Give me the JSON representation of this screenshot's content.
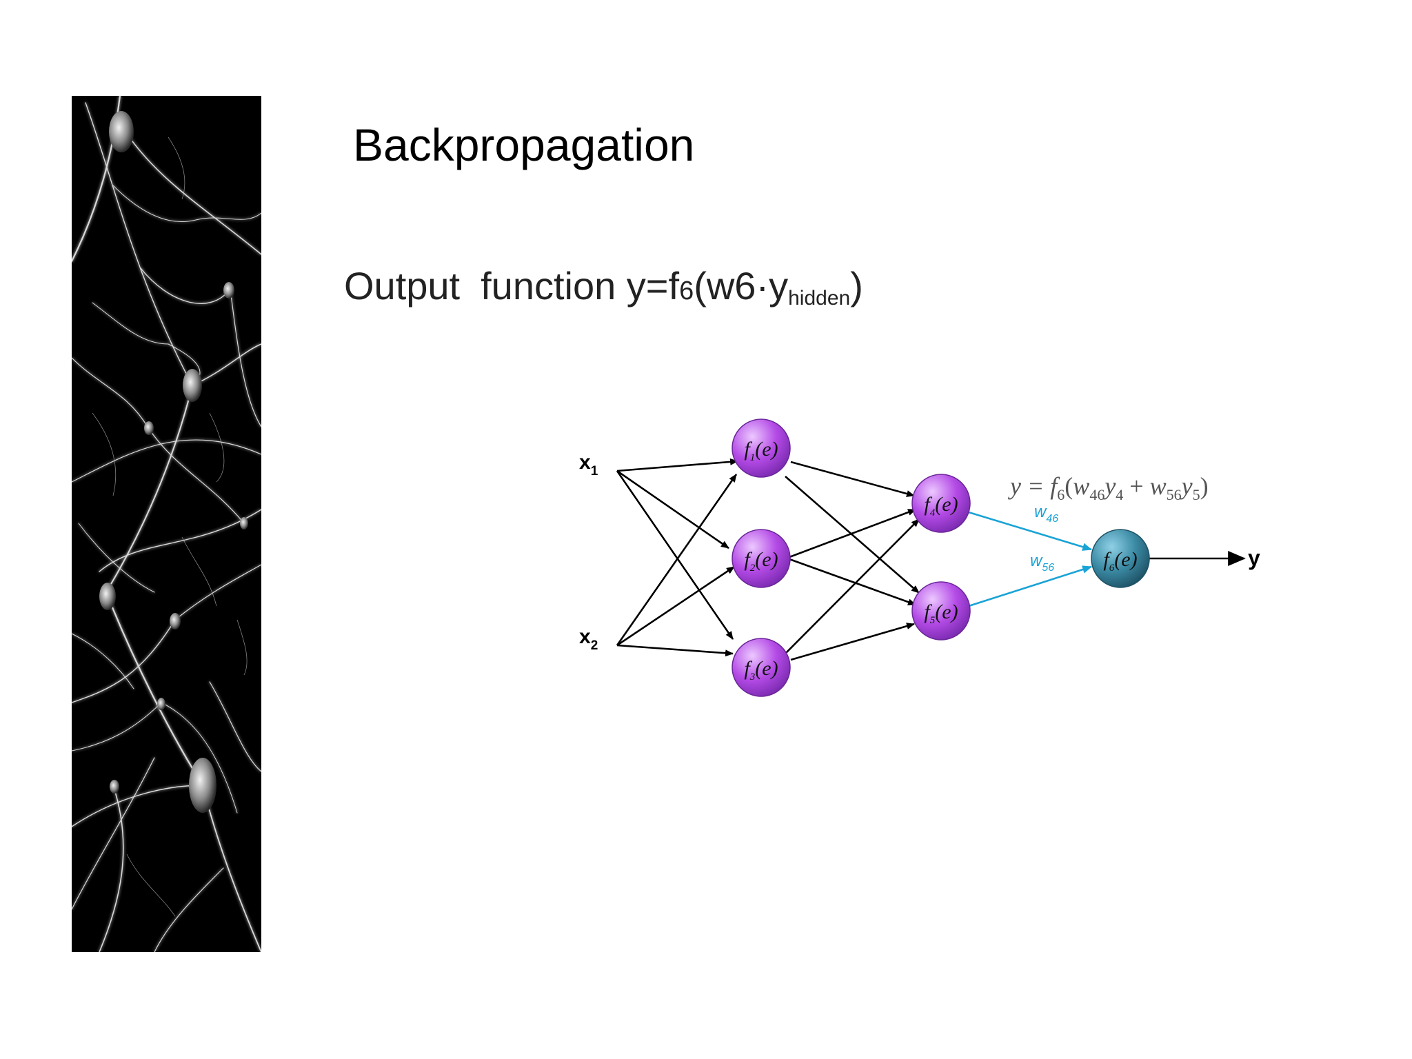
{
  "slide": {
    "title": "Backpropagation",
    "formula": {
      "label": "Output",
      "text": "function y=f",
      "sub_f": "6",
      "after_f": "(w6",
      "dot": "·",
      "y": "y",
      "sub_hidden": "hidden",
      "close": ")"
    }
  },
  "network": {
    "inputs": [
      {
        "base": "x",
        "sub": "1"
      },
      {
        "base": "x",
        "sub": "2"
      }
    ],
    "neurons": [
      {
        "f": "f",
        "sub": "1",
        "arg": "(e)",
        "layer": "hidden-1"
      },
      {
        "f": "f",
        "sub": "2",
        "arg": "(e)",
        "layer": "hidden-1"
      },
      {
        "f": "f",
        "sub": "3",
        "arg": "(e)",
        "layer": "hidden-1"
      },
      {
        "f": "f",
        "sub": "4",
        "arg": "(e)",
        "layer": "hidden-2"
      },
      {
        "f": "f",
        "sub": "5",
        "arg": "(e)",
        "layer": "hidden-2"
      },
      {
        "f": "f",
        "sub": "6",
        "arg": "(e)",
        "layer": "output"
      }
    ],
    "weight_labels": [
      {
        "base": "w",
        "sub": "46"
      },
      {
        "base": "w",
        "sub": "56"
      }
    ],
    "output_label": "y",
    "equation": {
      "lhs": "y = ",
      "f": "f",
      "f_sub": "6",
      "open": "(",
      "w1": "w",
      "w1_sub": "46",
      "y1": "y",
      "y1_sub": "4",
      "plus": " + ",
      "w2": "w",
      "w2_sub": "56",
      "y2": "y",
      "y2_sub": "5",
      "close": ")"
    },
    "colors": {
      "hidden_node": "#b44be6",
      "output_node": "#3b8aa4",
      "highlight_edge": "#1aa3d6",
      "edge": "#000000"
    }
  }
}
